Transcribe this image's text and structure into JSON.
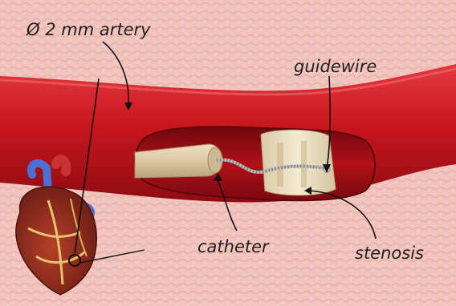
{
  "labels": {
    "artery": "Ø 2 mm artery",
    "guidewire": "guidewire",
    "catheter": "catheter",
    "stenosis": "stenosis"
  },
  "colors": {
    "background_tissue": "#f1c4bd",
    "artery_red": "#c8161d",
    "artery_dark": "#7a0a10",
    "lumen_interior": "#b01018",
    "catheter_beige": "#dcc7a3",
    "plaque_cream": "#ece1c2",
    "guidewire_silver": "#c9c9c9",
    "label_text": "#1f1f1f"
  },
  "icons": {
    "heart": "heart-illustration",
    "guidewire_coil": "coil-spring"
  }
}
